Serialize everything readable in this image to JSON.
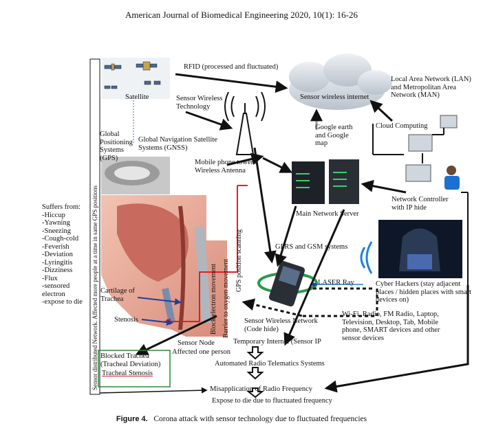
{
  "header": {
    "journal": "American Journal of Biomedical Engineering 2020, 10(1): 16-26"
  },
  "caption": {
    "figure_no": "Figure 4.",
    "text": "Corona attack with sensor technology due to fluctuated frequencies"
  },
  "labels": {
    "rfid": "RFID (processed and fluctuated)",
    "satellite": "Satellite",
    "sensor_wireless_tech": "Sensor Wireless Technology",
    "sensor_wireless_internet": "Sensor wireless internet",
    "lan_man": "Local Area Network (LAN) and Metropolitan Area Network (MAN)",
    "cloud": "Cloud Computing",
    "google": "Google earth and Google map",
    "gps": "Global Positioning Systems (GPS)",
    "gnss": "Global Navigation Satellite Systems (GNSS)",
    "tower": "Mobile phone tower / Wireless Antenna",
    "network_controller": "Network Controller with IP hide",
    "main_server": "Main Network Server",
    "gprs": "GPRS and GSM systems",
    "laser": "LASER Ray",
    "hackers": "Cyber Hackers (stay adjacent places / hidden places with smart devices on)",
    "wifi": "Wi-Fi, Radio, FM Radio, Laptop, Television, Desktop, Tab, Mobile phone, SMART devices and other sensor devices",
    "sensor_wireless_network": "Sensor Wireless Network (Code hide)",
    "temp_internet": "Temporary Internet (Sensor IP",
    "automated_radio": "Automated Radio Telematics Systems",
    "misapplication": "Misapplication of Radio Frequency",
    "expose": "Expose to die due to fluctuated frequency",
    "cartilage": "Cartilage of Trachea",
    "stenosis": "Stenosis",
    "sensor_node": "Sensor Node",
    "affected_one": "Affected one person",
    "blocked_trachea": "Blocked Trachea (Tracheal Deviation)",
    "tracheal_stenosis": "Tracheal Stenosis",
    "block_electron": "Block electron movement",
    "barrier_oxygen": "Barrier to oxygen movement",
    "gps_scanning": "GPS position scanning",
    "vertical_left": "Sensor distributed Network. Affected more people at a time in same GPS positions"
  },
  "suffers": {
    "title": "Suffers from:",
    "items": [
      "-Hiccup",
      "-Yawning",
      "-Sneezing",
      "-Cough-cold",
      "-Feverish",
      "-Deviation",
      "-Lyringitis",
      "-Dizziness",
      "-Flux",
      "-sensored electron",
      "-expose to die"
    ]
  },
  "colors": {
    "red_arrow": "#e02020",
    "dark_arrow": "#111111",
    "green_box": "#2a8a3a",
    "throat": "#e9a79a"
  }
}
